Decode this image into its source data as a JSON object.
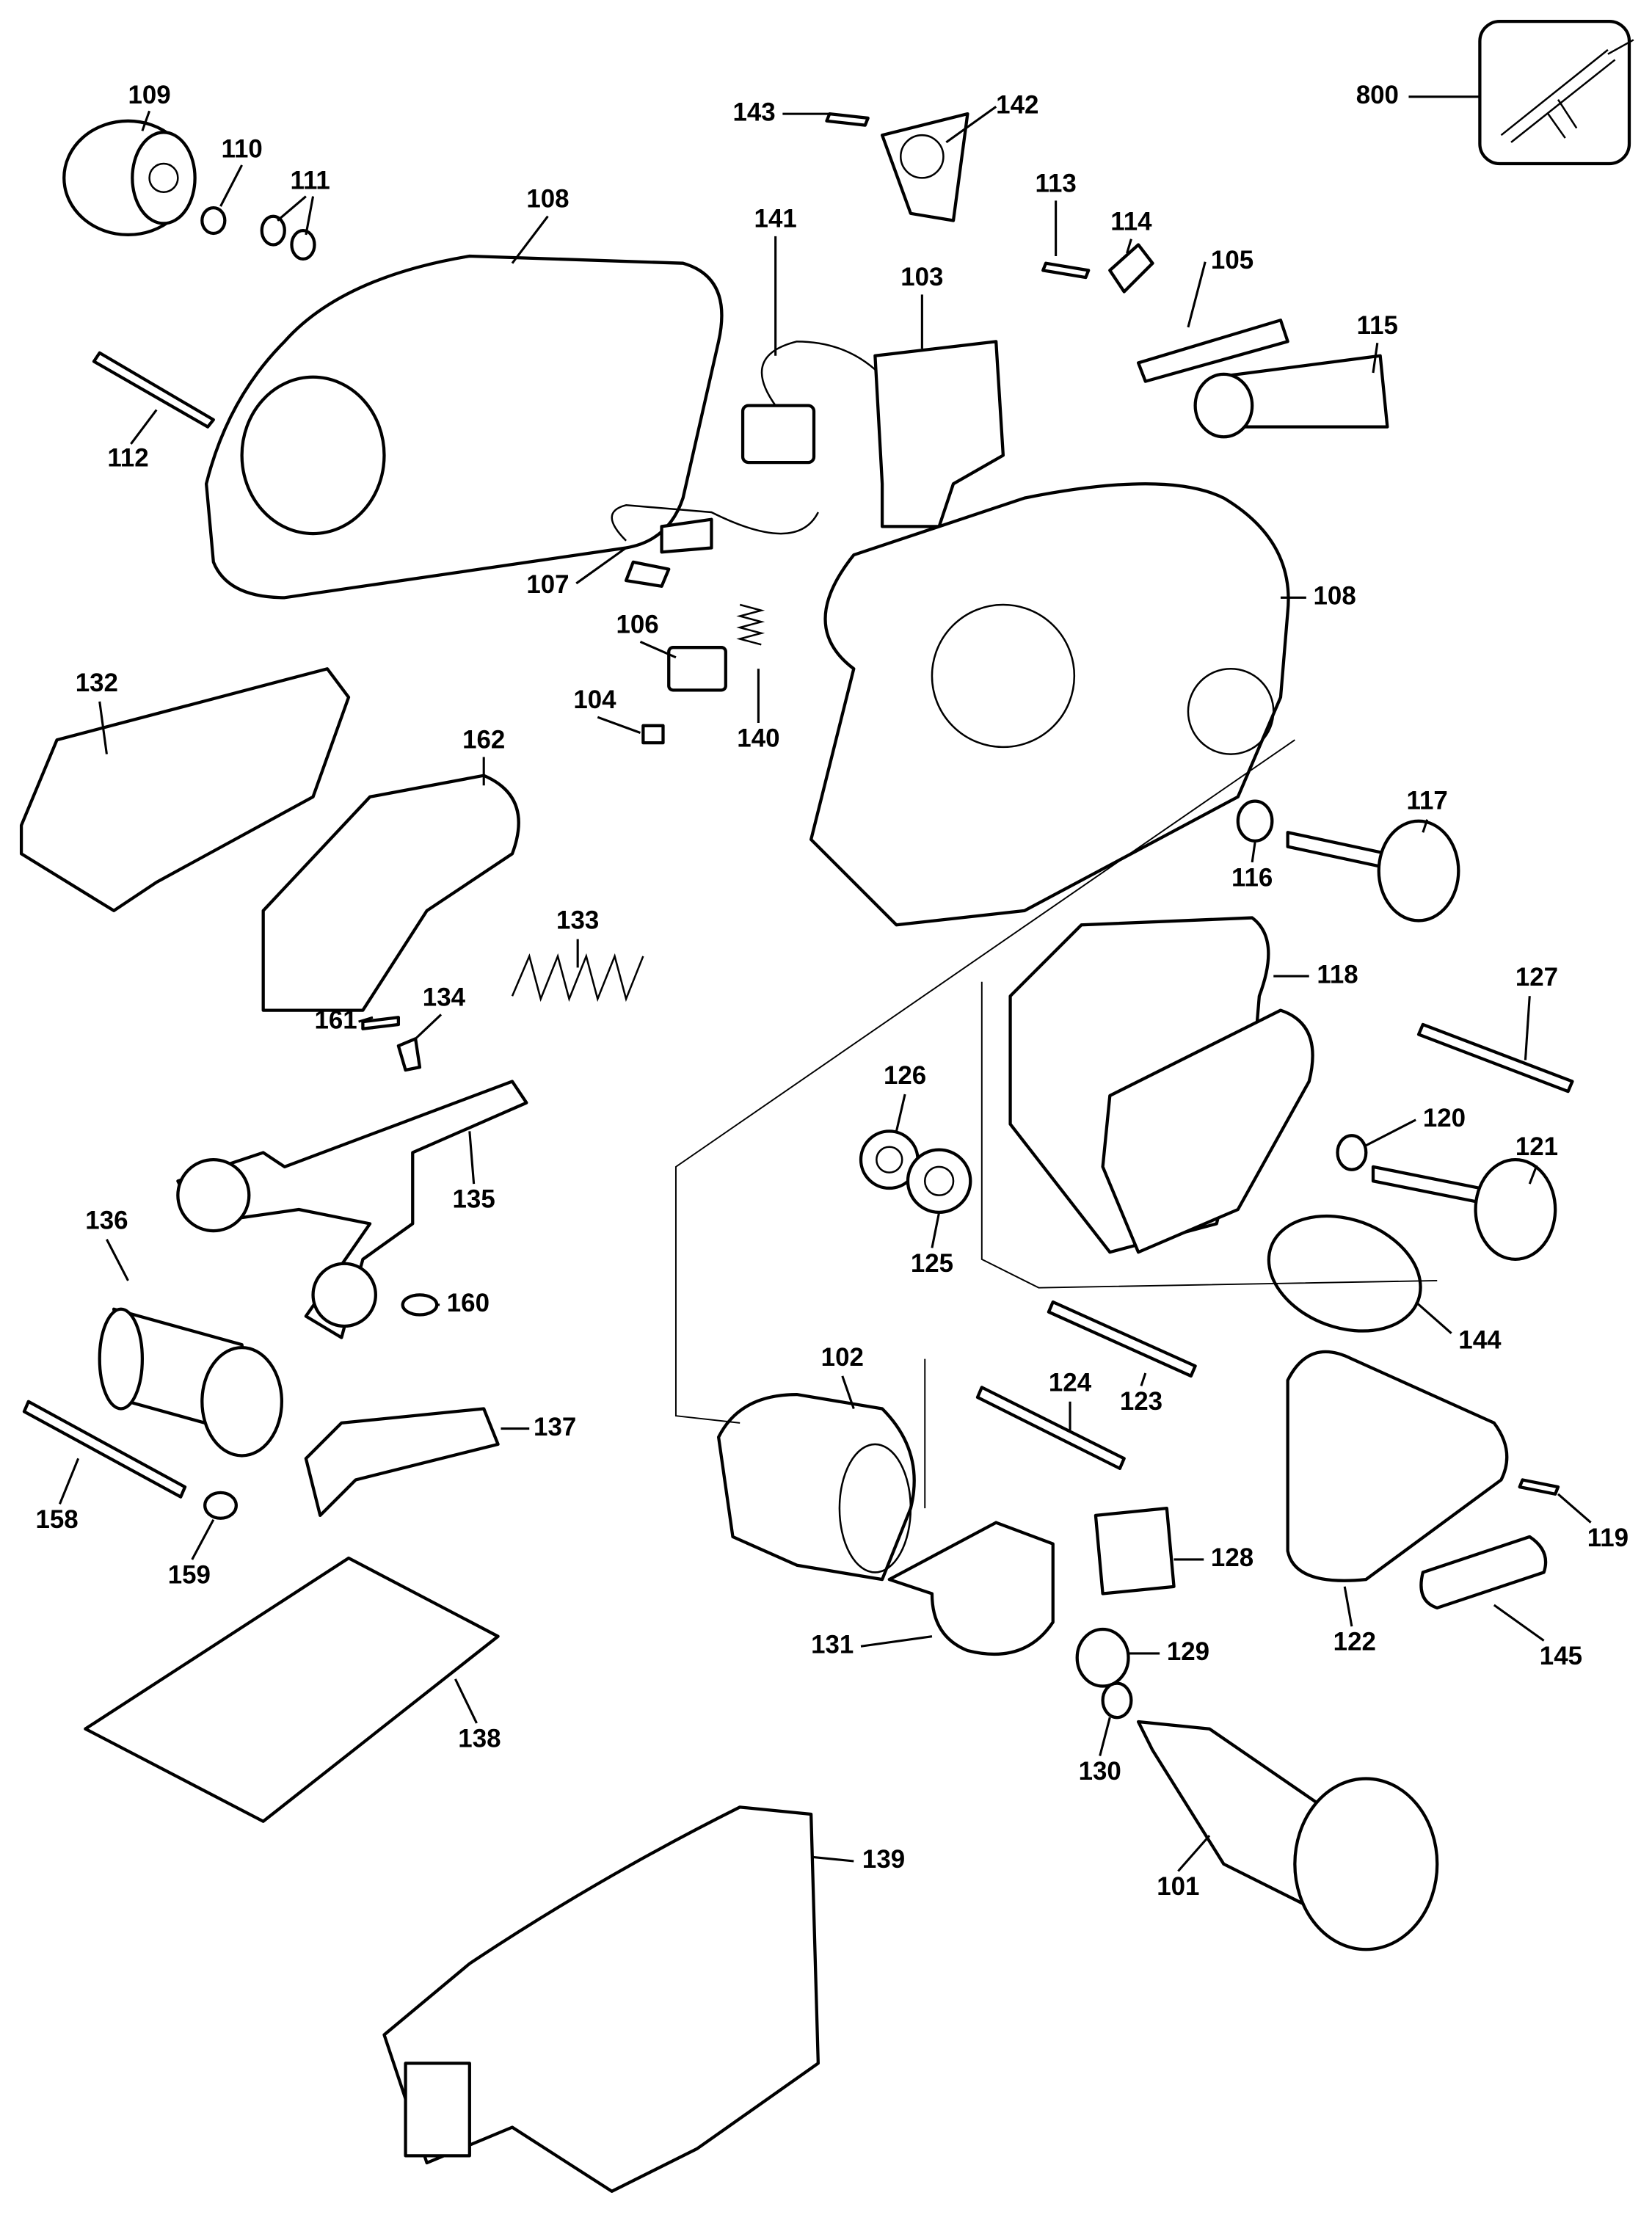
{
  "diagram": {
    "type": "exploded parts diagram",
    "callouts": {
      "p101": "101",
      "p102": "102",
      "p103": "103",
      "p104": "104",
      "p105": "105",
      "p106": "106",
      "p107": "107",
      "p108a": "108",
      "p108b": "108",
      "p109": "109",
      "p110": "110",
      "p111": "111",
      "p112": "112",
      "p113": "113",
      "p114": "114",
      "p115": "115",
      "p116": "116",
      "p117": "117",
      "p118": "118",
      "p119": "119",
      "p120": "120",
      "p121": "121",
      "p122": "122",
      "p123": "123",
      "p124": "124",
      "p125": "125",
      "p126": "126",
      "p127": "127",
      "p128": "128",
      "p129": "129",
      "p130": "130",
      "p131": "131",
      "p132": "132",
      "p133": "133",
      "p134": "134",
      "p135": "135",
      "p136": "136",
      "p137": "137",
      "p138": "138",
      "p139": "139",
      "p140": "140",
      "p141": "141",
      "p142": "142",
      "p143": "143",
      "p144": "144",
      "p145": "145",
      "p158": "158",
      "p159": "159",
      "p160": "160",
      "p161": "161",
      "p162": "162",
      "p800": "800"
    },
    "line_color": "#000000",
    "background": "#ffffff"
  }
}
